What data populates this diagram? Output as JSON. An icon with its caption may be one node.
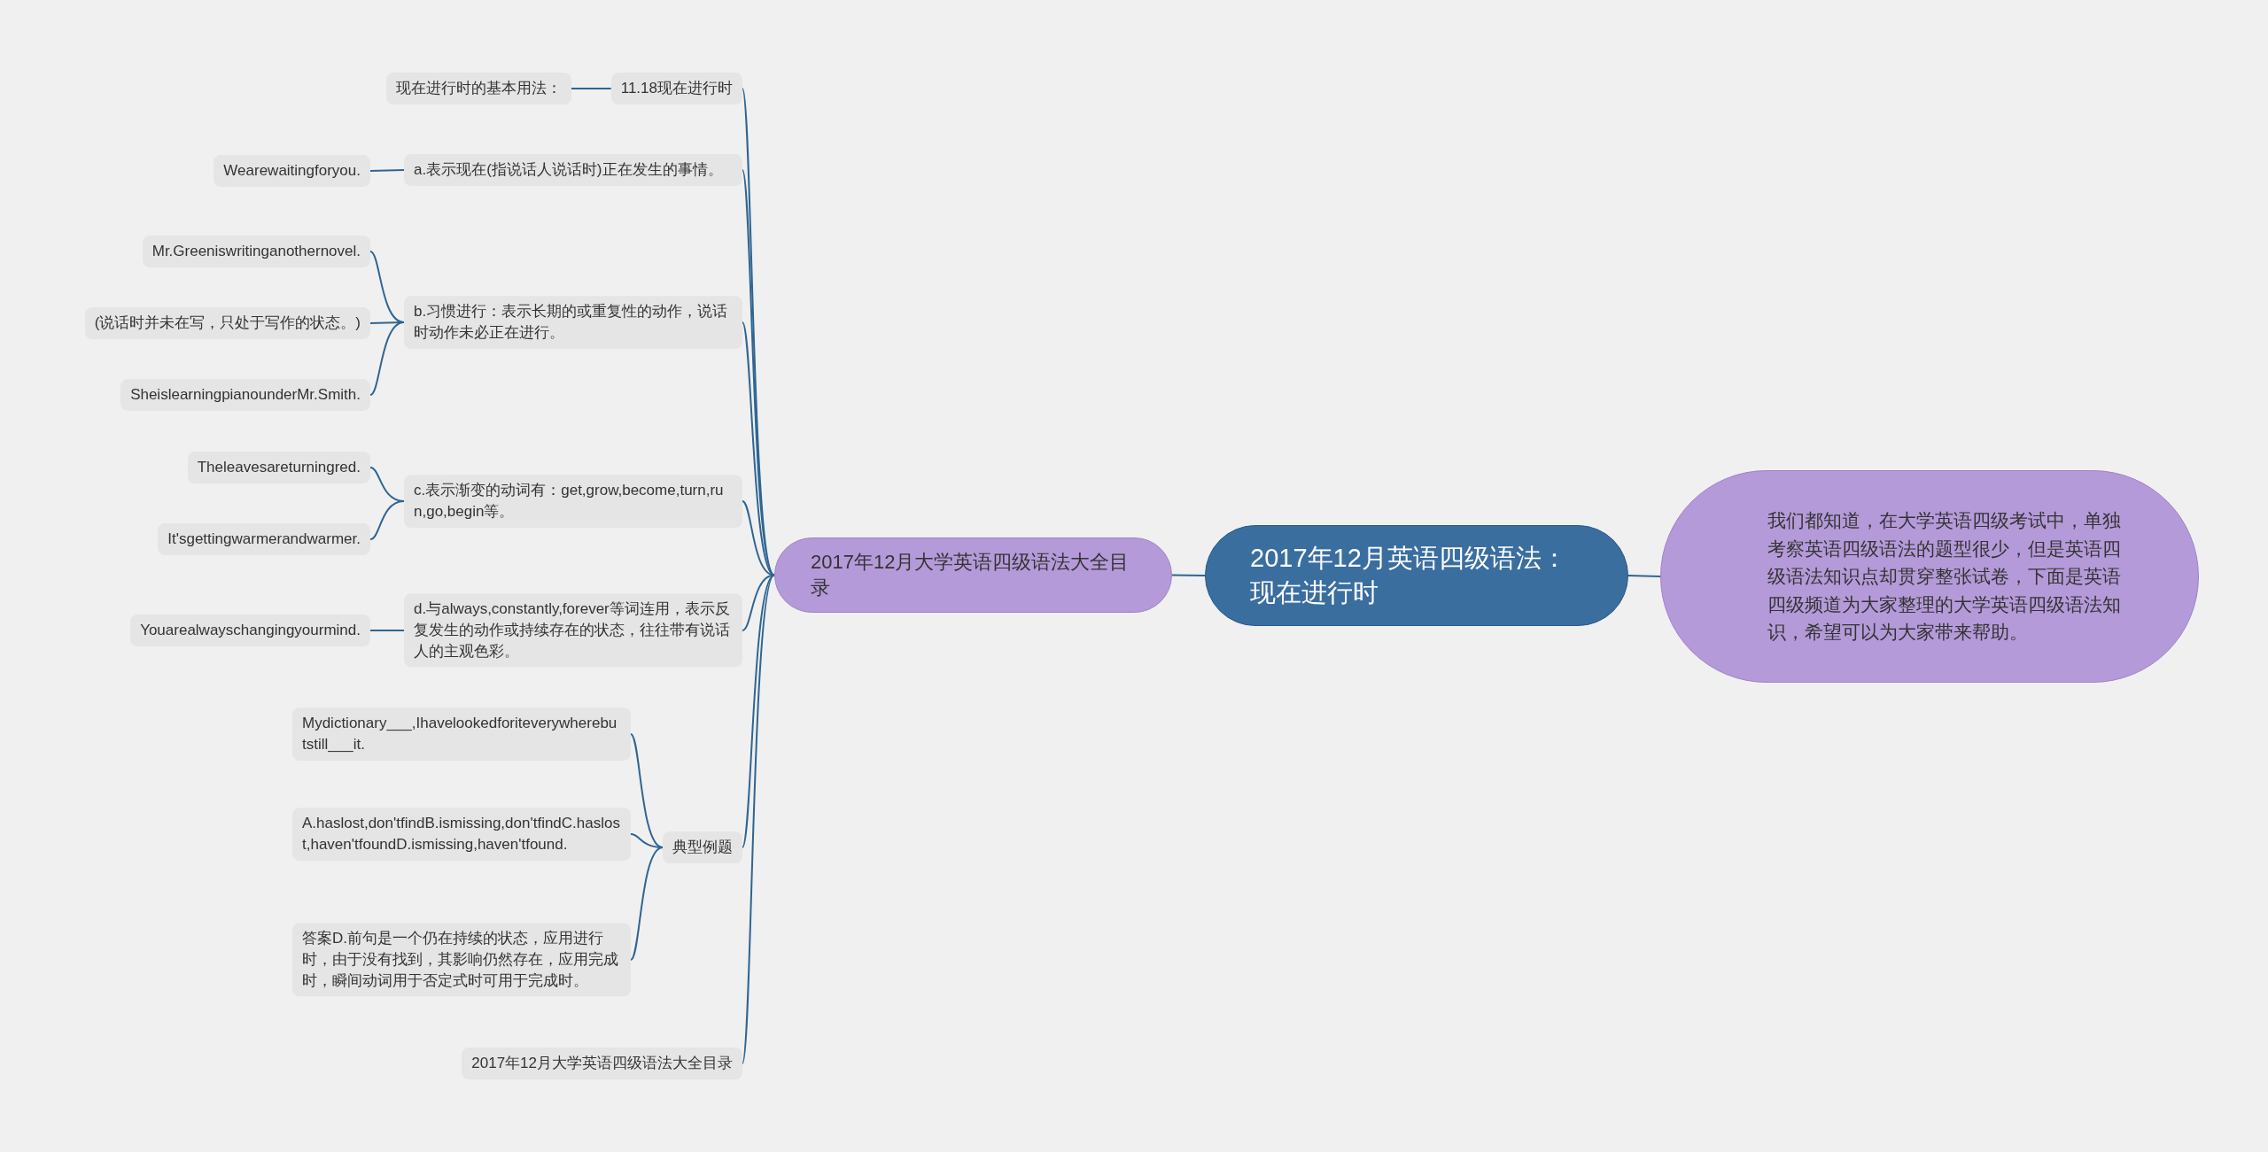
{
  "diagram": {
    "nodes": [
      {
        "text": [
          "2017年12月英语四级语法：现在进行时"
        ]
      },
      {
        "text": [
          "我们都知道，在大学英语四级考试中，单独考察英语四级语法的题型很少，但是英语四级语法知识点却贯穿整张试卷，下面是英语四级频道为大家整理的大学英语四级语法知识，希望可以为大家带来帮助。"
        ]
      },
      {
        "text": [
          "2017年12月大学英语四级语法大全目录"
        ]
      },
      {
        "text": [
          "11.18现在进行时"
        ]
      },
      {
        "text": [
          "现在进行时的基本用法："
        ]
      },
      {
        "text": [
          "a.表示现在(指说话人说话时)正在发生的事情。"
        ]
      },
      {
        "text": [
          "Wearewaitingforyou."
        ]
      },
      {
        "text": [
          "b.习惯进行：表示长期的或重复性的动作，说话时动作未必正在进行。"
        ]
      },
      {
        "text": [
          "Mr.Greeniswritinganothernovel."
        ]
      },
      {
        "text": [
          "(说话时并未在写，只处于写作的状态。)"
        ]
      },
      {
        "text": [
          "SheislearningpianounderMr.Smith."
        ]
      },
      {
        "text": [
          "c.表示渐变的动词有：get,grow,become,turn,run,go,begin等。"
        ]
      },
      {
        "text": [
          "Theleavesareturningred."
        ]
      },
      {
        "text": [
          "It'sgettingwarmerandwarmer."
        ]
      },
      {
        "text": [
          "d.与always,constantly,forever等词连用，表示反复发生的动作或持续存在的状态，往往带有说话人的主观色彩。"
        ]
      },
      {
        "text": [
          "Youarealwayschangingyourmind."
        ]
      },
      {
        "text": [
          "典型例题"
        ]
      },
      {
        "text": [
          "Mydictionary___,Ihavelookedforiteverywherebutstill___it."
        ]
      },
      {
        "text": [
          "A.haslost,don'tfindB.ismissing,don'tfindC.haslost,haven'tfoundD.ismissing,haven'tfound."
        ]
      },
      {
        "text": [
          "答案D.前句是一个仍在持续的状态，应用进行时，由于没有找到，其影响仍然存在，应用完成时，瞬间动词用于否定式时可用于完成时。"
        ]
      },
      {
        "text": [
          "2017年12月大学英语四级语法大全目录"
        ]
      }
    ],
    "edges": [
      {
        "from": 0,
        "to": 1,
        "arrow": "none"
      },
      {
        "from": 0,
        "to": 2,
        "arrow": "none"
      },
      {
        "from": 2,
        "to": 3,
        "arrow": "none"
      },
      {
        "from": 3,
        "to": 4,
        "arrow": "none"
      },
      {
        "from": 2,
        "to": 5,
        "arrow": "none"
      },
      {
        "from": 5,
        "to": 6,
        "arrow": "none"
      },
      {
        "from": 2,
        "to": 7,
        "arrow": "none"
      },
      {
        "from": 7,
        "to": 8,
        "arrow": "none"
      },
      {
        "from": 7,
        "to": 9,
        "arrow": "none"
      },
      {
        "from": 7,
        "to": 10,
        "arrow": "none"
      },
      {
        "from": 2,
        "to": 11,
        "arrow": "none"
      },
      {
        "from": 11,
        "to": 12,
        "arrow": "none"
      },
      {
        "from": 11,
        "to": 13,
        "arrow": "none"
      },
      {
        "from": 2,
        "to": 14,
        "arrow": "none"
      },
      {
        "from": 14,
        "to": 15,
        "arrow": "none"
      },
      {
        "from": 2,
        "to": 16,
        "arrow": "none"
      },
      {
        "from": 16,
        "to": 17,
        "arrow": "none"
      },
      {
        "from": 16,
        "to": 18,
        "arrow": "none"
      },
      {
        "from": 16,
        "to": 19,
        "arrow": "none"
      },
      {
        "from": 2,
        "to": 20,
        "arrow": "none"
      }
    ]
  }
}
